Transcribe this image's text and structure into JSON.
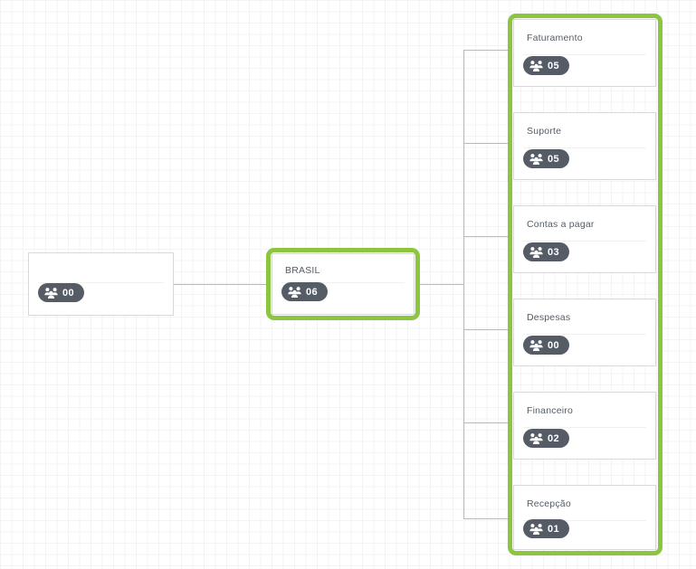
{
  "app": {
    "view_name": "organization-chart",
    "accent_color": "#8cc63e",
    "badge_color": "#555c66",
    "node_border_color": "#d8d8d8",
    "connector_color": "#b9b9b9",
    "grid_color": "#eaeaea",
    "background_color": "#ffffff"
  },
  "chart_data": {
    "type": "diagram",
    "title": "",
    "orientation": "left-to-right",
    "nodes": [
      {
        "id": "root",
        "label": "",
        "count": "00",
        "icon": "people-icon",
        "selected": false,
        "level": 0
      },
      {
        "id": "brasil",
        "label": "BRASIL",
        "count": "06",
        "icon": "people-icon",
        "selected": true,
        "level": 1
      },
      {
        "id": "faturamento",
        "label": "Faturamento",
        "count": "05",
        "icon": "people-icon",
        "selected": true,
        "level": 2
      },
      {
        "id": "suporte",
        "label": "Suporte",
        "count": "05",
        "icon": "people-icon",
        "selected": true,
        "level": 2
      },
      {
        "id": "contas-a-pagar",
        "label": "Contas a pagar",
        "count": "03",
        "icon": "people-icon",
        "selected": true,
        "level": 2
      },
      {
        "id": "despesas",
        "label": "Despesas",
        "count": "00",
        "icon": "people-icon",
        "selected": true,
        "level": 2
      },
      {
        "id": "financeiro",
        "label": "Financeiro",
        "count": "02",
        "icon": "people-icon",
        "selected": true,
        "level": 2
      },
      {
        "id": "recepcao",
        "label": "Recepção",
        "count": "01",
        "icon": "people-icon",
        "selected": true,
        "level": 2
      }
    ],
    "edges": [
      {
        "from": "root",
        "to": "brasil"
      },
      {
        "from": "brasil",
        "to": "faturamento"
      },
      {
        "from": "brasil",
        "to": "suporte"
      },
      {
        "from": "brasil",
        "to": "contas-a-pagar"
      },
      {
        "from": "brasil",
        "to": "despesas"
      },
      {
        "from": "brasil",
        "to": "financeiro"
      },
      {
        "from": "brasil",
        "to": "recepcao"
      }
    ]
  }
}
